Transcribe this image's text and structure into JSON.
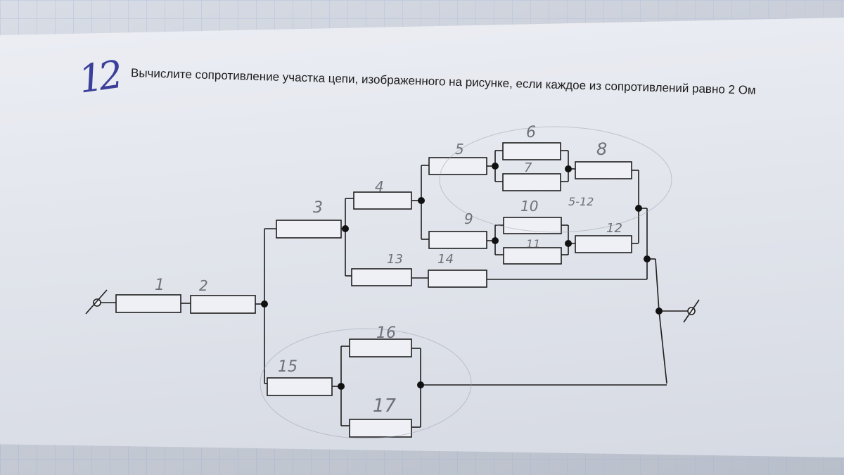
{
  "problem": {
    "number": "12",
    "text": "Вычислите сопротивление участка цепи, изображенного на рисунке, если каждое из сопротивлений равно 2 Ом"
  },
  "annotations": {
    "r1": "1",
    "r2": "2",
    "r3": "3",
    "r4": "4",
    "r5": "5",
    "r6": "6",
    "r7": "7",
    "r8": "8",
    "r9": "9",
    "r10": "10",
    "r11": "11",
    "r12": "12",
    "r13": "13",
    "r14": "14",
    "r15": "15",
    "r16": "16",
    "r17": "17",
    "r5_12": "5-12"
  }
}
